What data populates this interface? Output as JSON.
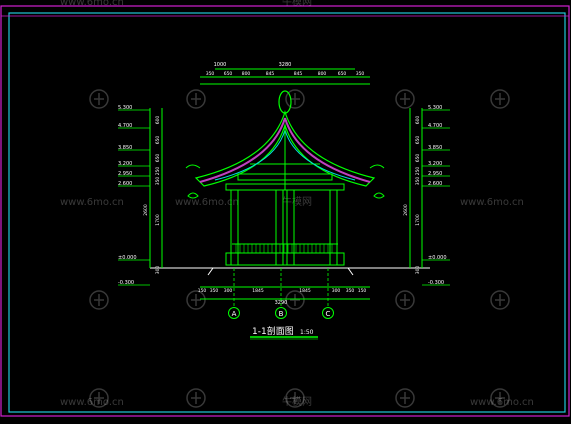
{
  "drawing": {
    "title": "1-1剖面图",
    "scale": "1:50",
    "top_dims": [
      "1000",
      "3280",
      "350",
      "650",
      "800",
      "845",
      "845",
      "800",
      "650",
      "350"
    ],
    "bottom_dims": [
      "150",
      "350",
      "300",
      "1845",
      "1845",
      "300",
      "350",
      "150"
    ],
    "bottom_total": "3290",
    "left_elevations": [
      "5.300",
      "4.700",
      "3.850",
      "3.200",
      "2.950",
      "2.600",
      "±0.000",
      "-0.300"
    ],
    "right_elevations": [
      "5.300",
      "4.700",
      "3.850",
      "3.200",
      "2.950",
      "2.600",
      "±0.000",
      "-0.300"
    ],
    "left_vert_dims": [
      "600",
      "650",
      "650",
      "250",
      "350",
      "2600",
      "1700",
      "300"
    ],
    "right_vert_dims": [
      "600",
      "650",
      "650",
      "250",
      "350",
      "2600",
      "1700",
      "300"
    ],
    "axis_labels": [
      "A",
      "B",
      "C"
    ],
    "colors": {
      "frame": "#d020d0",
      "inner_frame": "#20c8d8",
      "lines": "#00ff00",
      "text": "#ffffff",
      "roof": "#c040c0",
      "accent": "#00e0e0"
    }
  },
  "watermark": {
    "text": "www.6mo.cn",
    "text_cn": "牛模网",
    "icon": "copyright-circle-icon"
  }
}
